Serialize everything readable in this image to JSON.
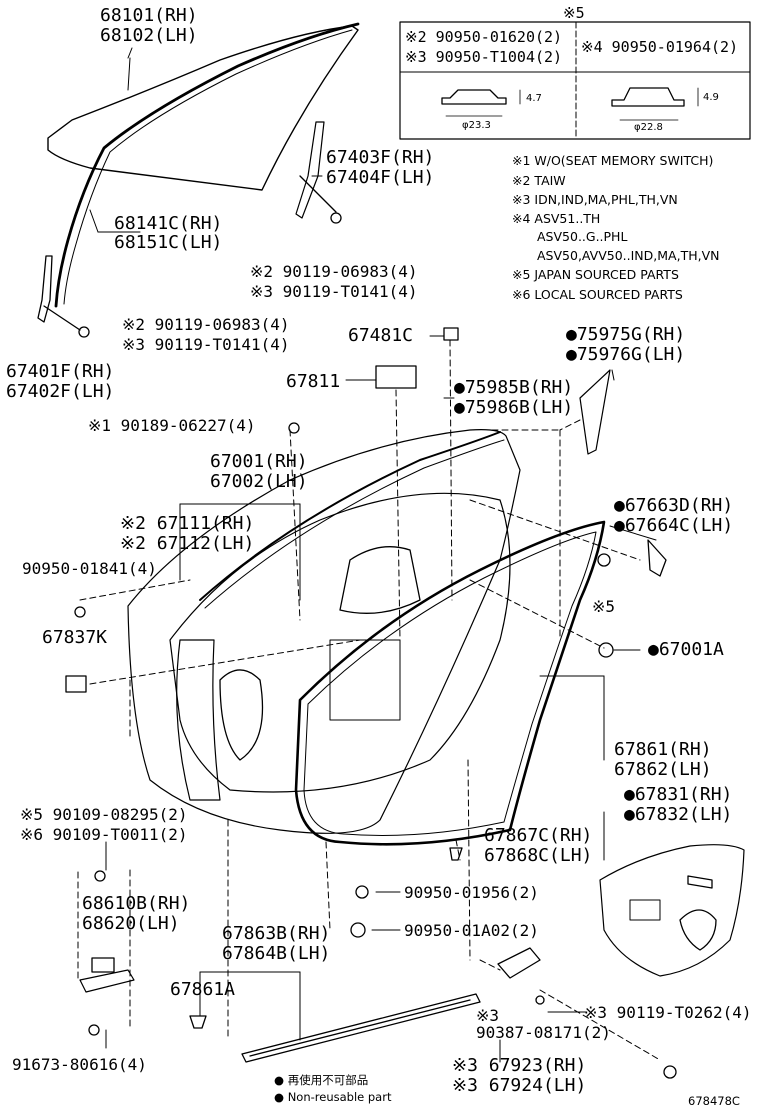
{
  "notes": {
    "box_title": "※5",
    "w_o": "※1 W/O(SEAT MEMORY SWITCH)",
    "taiw": "※2 TAIW",
    "idn": "※3 IDN,IND,MA,PHL,TH,VN",
    "asv51": "※4 ASV51..TH",
    "asv50": "ASV50..G..PHL",
    "asv50b": "ASV50,AVV50..IND,MA,TH,VN",
    "japan": "※5 JAPAN SOURCED PARTS",
    "local": "※6 LOCAL SOURCED PARTS"
  },
  "box": {
    "p1": "※2 90950-01620(2)",
    "p2": "※3 90950-T1004(2)",
    "p3": "※4 90950-01964(2)",
    "dim_a_h": "4.7",
    "dim_a_d": "φ23.3",
    "dim_b_h": "4.9",
    "dim_b_d": "φ22.8"
  },
  "labels": {
    "glass_rh": "68101(RH)",
    "glass_lh": "68102(LH)",
    "ch_rh": "67403F(RH)",
    "ch_lh": "67404F(LH)",
    "run_rh": "68141C(RH)",
    "run_lh": "68151C(LH)",
    "bolt_a1": "※2 90119-06983(4)",
    "bolt_a2": "※3 90119-T0141(4)",
    "bolt_b1": "※2 90119-06983(4)",
    "bolt_b2": "※3 90119-T0141(4)",
    "chf_rh": "67401F(RH)",
    "chf_lh": "67402F(LH)",
    "p67481c": "67481C",
    "p67811": "67811",
    "trim_rh": "●75975G(RH)",
    "trim_lh": "●75976G(LH)",
    "belt_rh": "●75985B(RH)",
    "belt_lh": "●75986B(LH)",
    "screw": "※1 90189-06227(4)",
    "door_rh": "67001(RH)",
    "door_lh": "67002(LH)",
    "inner_rh": "※2 67111(RH)",
    "inner_lh": "※2 67112(LH)",
    "plug": "90950-01841(4)",
    "p67837k": "67837K",
    "ps_rh": "●67663D(RH)",
    "ps_lh": "●67664C(LH)",
    "mark5": "※5",
    "p67001a": "●67001A",
    "ws_rh": "67861(RH)",
    "ws_lh": "67862(LH)",
    "hs_rh": "●67831(RH)",
    "hs_lh": "●67832(LH)",
    "bolt_c1": "※5 90109-08295(2)",
    "bolt_c2": "※6 90109-T0011(2)",
    "clip_rh": "67867C(RH)",
    "clip_lh": "67868C(LH)",
    "chk_rh": "68610B(RH)",
    "chk_lh": "68620(LH)",
    "plug2": "90950-01956(2)",
    "plug3": "90950-01A02(2)",
    "ws2_rh": "67863B(RH)",
    "ws2_lh": "67864B(LH)",
    "p67861a": "67861A",
    "mark3": "※3",
    "bolt_d": "※3 90119-T0262(4)",
    "nut": "90387-08171(2)",
    "cov_rh": "※3 67923(RH)",
    "cov_lh": "※3 67924(LH)",
    "bolt_e": "91673-80616(4)",
    "legend_jp": "● 再使用不可部品",
    "legend_en": "● Non-reusable part",
    "code": "678478C"
  }
}
